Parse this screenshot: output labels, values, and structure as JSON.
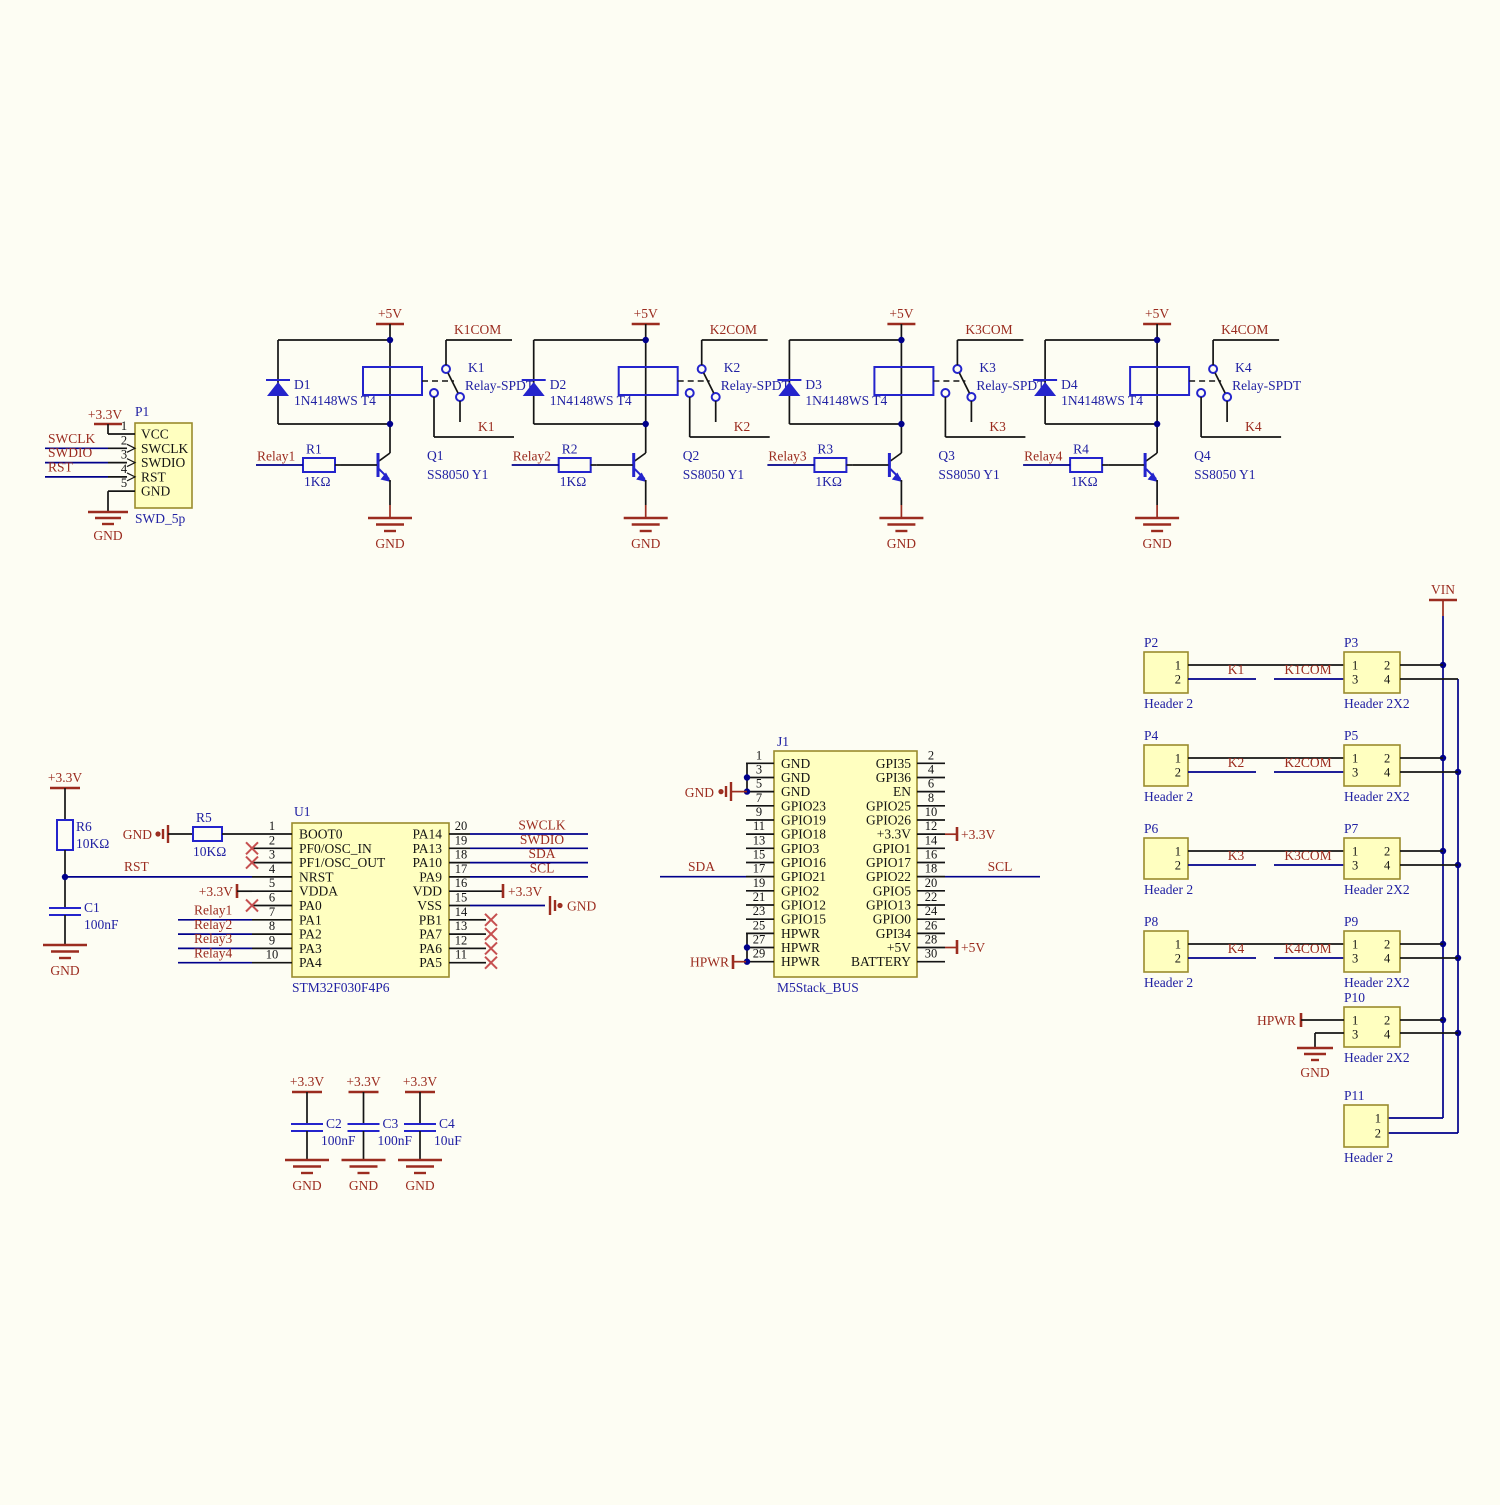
{
  "p1": {
    "ref": "P1",
    "value": "SWD_5p",
    "pins": [
      {
        "n": "1",
        "name": "VCC"
      },
      {
        "n": "2",
        "name": "SWCLK"
      },
      {
        "n": "3",
        "name": "SWDIO"
      },
      {
        "n": "4",
        "name": "RST"
      },
      {
        "n": "5",
        "name": "GND"
      }
    ],
    "nets": {
      "power": "+3.3V",
      "swclk": "SWCLK",
      "swdio": "SWDIO",
      "rst": "RST",
      "gnd": "GND"
    }
  },
  "relays": [
    {
      "vcc": "+5V",
      "diode_ref": "D1",
      "diode_val": "1N4148WS T4",
      "coil_ref": "K1",
      "coil_val": "Relay-SPDT",
      "com": "K1COM",
      "no": "K1",
      "in": "Relay1",
      "res_ref": "R1",
      "res_val": "1KΩ",
      "q_ref": "Q1",
      "q_val": "SS8050 Y1",
      "gnd": "GND"
    },
    {
      "vcc": "+5V",
      "diode_ref": "D2",
      "diode_val": "1N4148WS T4",
      "coil_ref": "K2",
      "coil_val": "Relay-SPDT",
      "com": "K2COM",
      "no": "K2",
      "in": "Relay2",
      "res_ref": "R2",
      "res_val": "1KΩ",
      "q_ref": "Q2",
      "q_val": "SS8050 Y1",
      "gnd": "GND"
    },
    {
      "vcc": "+5V",
      "diode_ref": "D3",
      "diode_val": "1N4148WS T4",
      "coil_ref": "K3",
      "coil_val": "Relay-SPDT",
      "com": "K3COM",
      "no": "K3",
      "in": "Relay3",
      "res_ref": "R3",
      "res_val": "1KΩ",
      "q_ref": "Q3",
      "q_val": "SS8050 Y1",
      "gnd": "GND"
    },
    {
      "vcc": "+5V",
      "diode_ref": "D4",
      "diode_val": "1N4148WS T4",
      "coil_ref": "K4",
      "coil_val": "Relay-SPDT",
      "com": "K4COM",
      "no": "K4",
      "in": "Relay4",
      "res_ref": "R4",
      "res_val": "1KΩ",
      "q_ref": "Q4",
      "q_val": "SS8050 Y1",
      "gnd": "GND"
    }
  ],
  "u1": {
    "ref": "U1",
    "value": "STM32F030F4P6",
    "left": [
      {
        "n": "1",
        "name": "BOOT0"
      },
      {
        "n": "2",
        "name": "PF0/OSC_IN"
      },
      {
        "n": "3",
        "name": "PF1/OSC_OUT"
      },
      {
        "n": "4",
        "name": "NRST"
      },
      {
        "n": "5",
        "name": "VDDA"
      },
      {
        "n": "6",
        "name": "PA0"
      },
      {
        "n": "7",
        "name": "PA1"
      },
      {
        "n": "8",
        "name": "PA2"
      },
      {
        "n": "9",
        "name": "PA3"
      },
      {
        "n": "10",
        "name": "PA4"
      }
    ],
    "right": [
      {
        "n": "20",
        "name": "PA14"
      },
      {
        "n": "19",
        "name": "PA13"
      },
      {
        "n": "18",
        "name": "PA10"
      },
      {
        "n": "17",
        "name": "PA9"
      },
      {
        "n": "16",
        "name": "VDD"
      },
      {
        "n": "15",
        "name": "VSS"
      },
      {
        "n": "14",
        "name": "PB1"
      },
      {
        "n": "13",
        "name": "PA7"
      },
      {
        "n": "12",
        "name": "PA6"
      },
      {
        "n": "11",
        "name": "PA5"
      }
    ],
    "relay_nets": [
      "Relay1",
      "Relay2",
      "Relay3",
      "Relay4"
    ],
    "nets": {
      "boot_gnd": "GND",
      "rst": "RST",
      "vdda": "+3.3V",
      "swclk": "SWCLK",
      "swdio": "SWDIO",
      "sda": "SDA",
      "scl": "SCL",
      "vdd": "+3.3V",
      "vss": "GND"
    }
  },
  "r5": {
    "ref": "R5",
    "value": "10KΩ"
  },
  "por": {
    "vcc": "+3.3V",
    "r6_ref": "R6",
    "r6_val": "10KΩ",
    "rst": "RST",
    "c1_ref": "C1",
    "c1_val": "100nF",
    "gnd": "GND"
  },
  "j1": {
    "ref": "J1",
    "value": "M5Stack_BUS",
    "left": [
      {
        "n": "1",
        "name": "GND"
      },
      {
        "n": "3",
        "name": "GND"
      },
      {
        "n": "5",
        "name": "GND"
      },
      {
        "n": "7",
        "name": "GPIO23"
      },
      {
        "n": "9",
        "name": "GPIO19"
      },
      {
        "n": "11",
        "name": "GPIO18"
      },
      {
        "n": "13",
        "name": "GPIO3"
      },
      {
        "n": "15",
        "name": "GPIO16"
      },
      {
        "n": "17",
        "name": "GPIO21"
      },
      {
        "n": "19",
        "name": "GPIO2"
      },
      {
        "n": "21",
        "name": "GPIO12"
      },
      {
        "n": "23",
        "name": "GPIO15"
      },
      {
        "n": "25",
        "name": "HPWR"
      },
      {
        "n": "27",
        "name": "HPWR"
      },
      {
        "n": "29",
        "name": "HPWR"
      }
    ],
    "right": [
      {
        "n": "2",
        "name": "GPI35"
      },
      {
        "n": "4",
        "name": "GPI36"
      },
      {
        "n": "6",
        "name": "EN"
      },
      {
        "n": "8",
        "name": "GPIO25"
      },
      {
        "n": "10",
        "name": "GPIO26"
      },
      {
        "n": "12",
        "name": "+3.3V"
      },
      {
        "n": "14",
        "name": "GPIO1"
      },
      {
        "n": "16",
        "name": "GPIO17"
      },
      {
        "n": "18",
        "name": "GPIO22"
      },
      {
        "n": "20",
        "name": "GPIO5"
      },
      {
        "n": "22",
        "name": "GPIO13"
      },
      {
        "n": "24",
        "name": "GPIO0"
      },
      {
        "n": "26",
        "name": "GPI34"
      },
      {
        "n": "28",
        "name": "+5V"
      },
      {
        "n": "30",
        "name": "BATTERY"
      }
    ],
    "nets": {
      "gnd": "GND",
      "sda": "SDA",
      "hpwr": "HPWR",
      "v33": "+3.3V",
      "scl": "SCL",
      "v5": "+5V"
    }
  },
  "caps": [
    {
      "ref": "C2",
      "value": "100nF",
      "top": "+3.3V",
      "bot": "GND"
    },
    {
      "ref": "C3",
      "value": "100nF",
      "top": "+3.3V",
      "bot": "GND"
    },
    {
      "ref": "C4",
      "value": "10uF",
      "top": "+3.3V",
      "bot": "GND"
    }
  ],
  "headers": {
    "vin": "VIN",
    "rows": [
      {
        "left_ref": "P2",
        "left_val": "Header 2",
        "right_ref": "P3",
        "right_val": "Header 2X2",
        "netA": "K1",
        "netB": "K1COM",
        "n1": "1",
        "n2": "2",
        "n3": "3",
        "n4": "4"
      },
      {
        "left_ref": "P4",
        "left_val": "Header 2",
        "right_ref": "P5",
        "right_val": "Header 2X2",
        "netA": "K2",
        "netB": "K2COM",
        "n1": "1",
        "n2": "2",
        "n3": "3",
        "n4": "4"
      },
      {
        "left_ref": "P6",
        "left_val": "Header 2",
        "right_ref": "P7",
        "right_val": "Header 2X2",
        "netA": "K3",
        "netB": "K3COM",
        "n1": "1",
        "n2": "2",
        "n3": "3",
        "n4": "4"
      },
      {
        "left_ref": "P8",
        "left_val": "Header 2",
        "right_ref": "P9",
        "right_val": "Header 2X2",
        "netA": "K4",
        "netB": "K4COM",
        "n1": "1",
        "n2": "2",
        "n3": "3",
        "n4": "4"
      }
    ],
    "p10": {
      "ref": "P10",
      "value": "Header 2X2",
      "hpwr": "HPWR",
      "gnd": "GND",
      "n1": "1",
      "n2": "2",
      "n3": "3",
      "n4": "4"
    },
    "p11": {
      "ref": "P11",
      "value": "Header 2",
      "n1": "1",
      "n2": "2"
    }
  }
}
